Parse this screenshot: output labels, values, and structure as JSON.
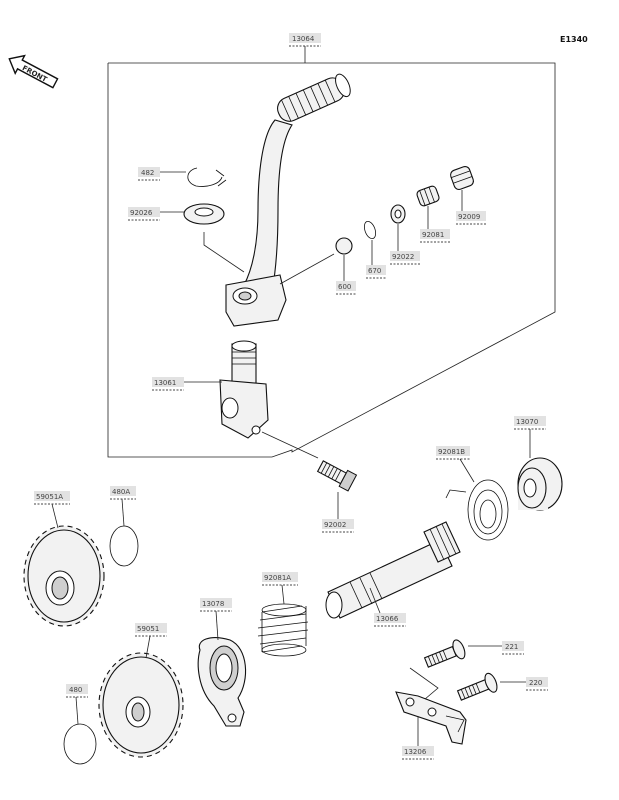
{
  "diagram": {
    "code": "E1340",
    "front_label": "FRONT",
    "labels": {
      "p13064": "13064",
      "p482": "482",
      "p92026": "92026",
      "p92009": "92009",
      "p92081": "92081",
      "p92022": "92022",
      "p670": "670",
      "p600": "600",
      "p13061": "13061",
      "p92002": "92002",
      "p92081B": "92081B",
      "p13070": "13070",
      "p59051A": "59051A",
      "p480A": "480A",
      "p92081A": "92081A",
      "p13078": "13078",
      "p59051": "59051",
      "p13066": "13066",
      "p221": "221",
      "p220": "220",
      "p480": "480",
      "p13206": "13206"
    }
  }
}
